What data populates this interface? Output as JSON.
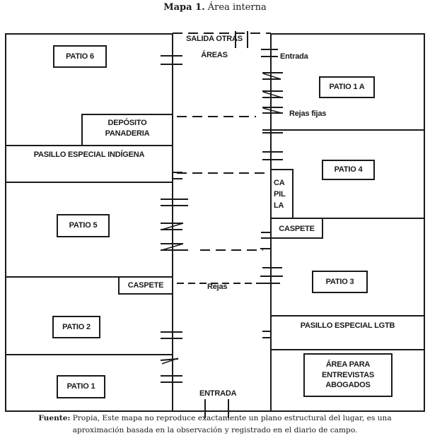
{
  "title": {
    "label": "Mapa 1.",
    "text": "Área interna"
  },
  "rooms": {
    "patio6": "PATIO 6",
    "deposito_line1": "DEPÓSITO",
    "deposito_line2": "PANADERIA",
    "pasillo_indigena": "PASILLO ESPECIAL INDÍGENA",
    "patio5": "PATIO 5",
    "caspete_left": "CASPETE",
    "patio2": "PATIO 2",
    "patio1": "PATIO 1",
    "patio1a": "PATIO 1 A",
    "patio4": "PATIO 4",
    "capilla_line1": "CA",
    "capilla_line2": "PIL",
    "capilla_line3": "LA",
    "caspete_right": "CASPETE",
    "patio3": "PATIO 3",
    "pasillo_lgtb": "PASILLO ESPECIAL LGTB",
    "area_line1": "ÁREA PARA",
    "area_line2": "ENTREVISTAS",
    "area_line3": "ABOGADOS"
  },
  "corridor": {
    "salida_line1": "SALIDA OTRAS",
    "salida_line2": "ÁREAS",
    "entrada_top": "Entrada",
    "rejas_fijas": "Rejas fijas",
    "rejas": "Rejas",
    "entrada_bottom": "ENTRADA"
  },
  "source": {
    "label": "Fuente:",
    "text": "Propia, Este mapa no reproduce exactamente un plano estructural del lugar, es una aproximación basada en la observación y registrado en el diario de campo."
  },
  "colors": {
    "line": "#1a1a1a",
    "background": "#ffffff"
  }
}
